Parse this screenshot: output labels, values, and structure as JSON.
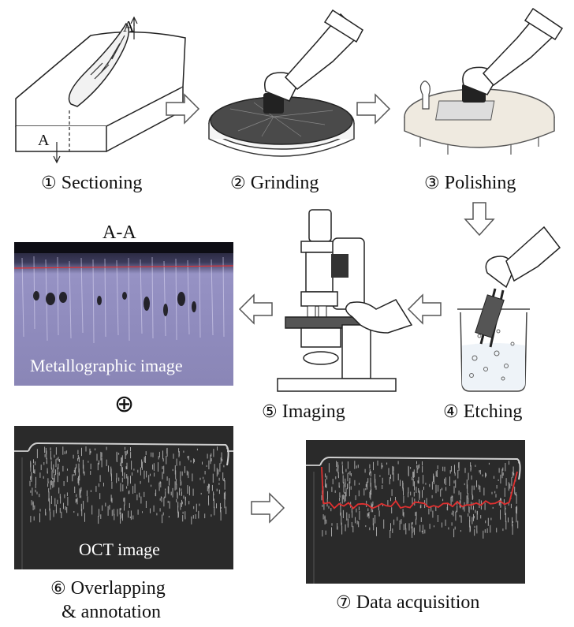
{
  "steps": [
    {
      "num": "①",
      "label": "Sectioning"
    },
    {
      "num": "②",
      "label": "Grinding"
    },
    {
      "num": "③",
      "label": "Polishing"
    },
    {
      "num": "④",
      "label": "Etching"
    },
    {
      "num": "⑤",
      "label": "Imaging"
    },
    {
      "num": "⑥",
      "label": "Overlapping",
      "label2": "& annotation"
    },
    {
      "num": "⑦",
      "label": "Data acquisition"
    }
  ],
  "section_marks": {
    "top": "A",
    "bottom": "A"
  },
  "section_title": "A-A",
  "metallographic_caption": "Metallographic image",
  "oct_caption": "OCT image",
  "overlap_symbol": "⊕",
  "colors": {
    "annotation": "#e03030",
    "metal_bg": "#8b86b8",
    "oct_bg": "#222222"
  }
}
